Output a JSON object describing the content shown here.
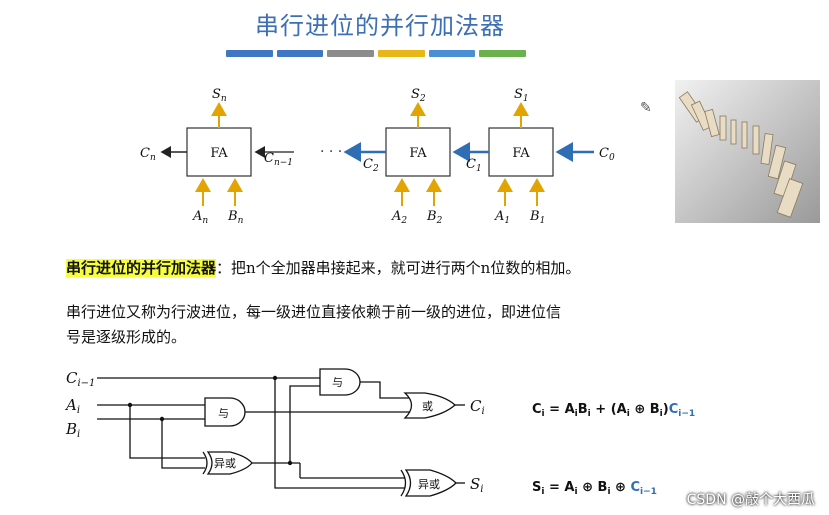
{
  "title": "串行进位的并行加法器",
  "colors": {
    "title": "#3d6fb6",
    "bar": [
      "#3f77c4",
      "#3f77c4",
      "#8c8c8c",
      "#e7b718",
      "#4a8fd6",
      "#6ab04c"
    ],
    "arrow": "#e2a400",
    "carry": "#2f6db5"
  },
  "fa_diagram": {
    "box_label": "FA",
    "outputs": [
      "S_n",
      "S_2",
      "S_1"
    ],
    "carries": [
      "C_n",
      "C_n-1",
      "C_2",
      "C_1",
      "C_0"
    ],
    "inputs": [
      [
        "A_n",
        "B_n"
      ],
      [
        "A_2",
        "B_2"
      ],
      [
        "A_1",
        "B_1"
      ]
    ],
    "ellipsis": "· · ·"
  },
  "definition": {
    "term": "串行进位的并行加法器",
    "text": "：把n个全加器串接起来，就可进行两个n位数的相加。"
  },
  "explanation": {
    "line1": "串行进位又称为行波进位，每一级进位直接依赖于前一级的进位，即进位信",
    "line2": "号是逐级形成的。"
  },
  "logic_circuit": {
    "inputs": [
      "C_{i-1}",
      "A_i",
      "B_i"
    ],
    "gates": [
      "与",
      "与",
      "或",
      "异或",
      "异或"
    ],
    "outputs": [
      "C_i",
      "S_i"
    ],
    "formula_c": "C_i = A_iB_i + (A_i ⊕ B_i)C_{i−1}",
    "formula_s": "S_i = A_i ⊕ B_i ⊕ C_{i−1}"
  },
  "watermark": "CSDN @敲个大西瓜"
}
